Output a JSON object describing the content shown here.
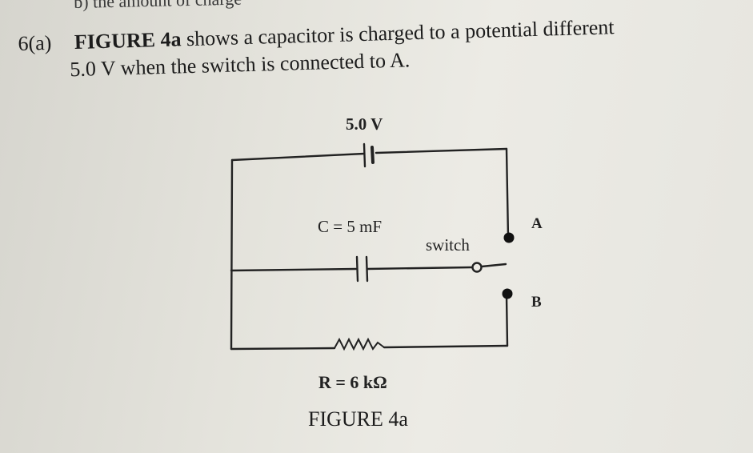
{
  "header": {
    "cutoff_text": "b)   the amount of charge"
  },
  "question": {
    "number": "6(a)",
    "figure_ref": "FIGURE 4a",
    "line1_text": "shows a capacitor is charged to a potential  different",
    "line2_text": "5.0 V when the switch  is connected to A."
  },
  "figure": {
    "battery_label": "5.0 V",
    "capacitor_label": "C = 5 mF",
    "switch_label": "switch",
    "terminal_a_label": "A",
    "terminal_b_label": "B",
    "resistor_label": "R = 6 kΩ",
    "caption": "FIGURE 4a"
  }
}
